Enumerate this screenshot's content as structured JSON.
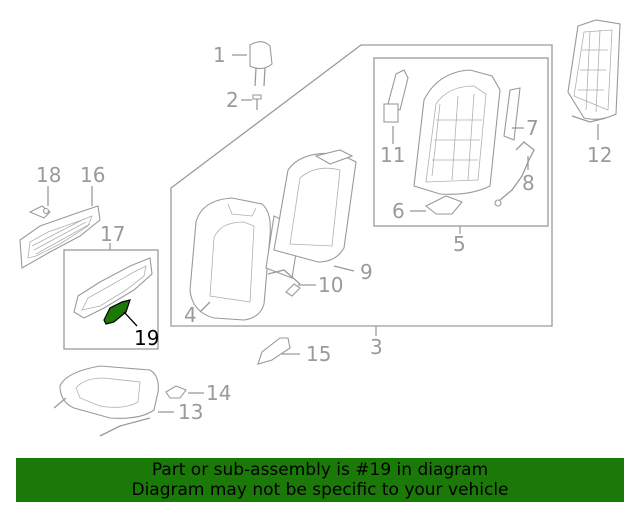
{
  "callouts": {
    "c1": "1",
    "c2": "2",
    "c3": "3",
    "c4": "4",
    "c5": "5",
    "c6": "6",
    "c7": "7",
    "c8": "8",
    "c9": "9",
    "c10": "10",
    "c11": "11",
    "c12": "12",
    "c13": "13",
    "c14": "14",
    "c15": "15",
    "c16": "16",
    "c17": "17",
    "c18": "18",
    "c19": "19"
  },
  "highlight": {
    "part": "19",
    "color": "#1b7a07"
  },
  "banner": {
    "line1": "Part or sub-assembly is #19 in diagram",
    "line2": "Diagram may not be specific to your vehicle",
    "color": "#1b7a07"
  }
}
